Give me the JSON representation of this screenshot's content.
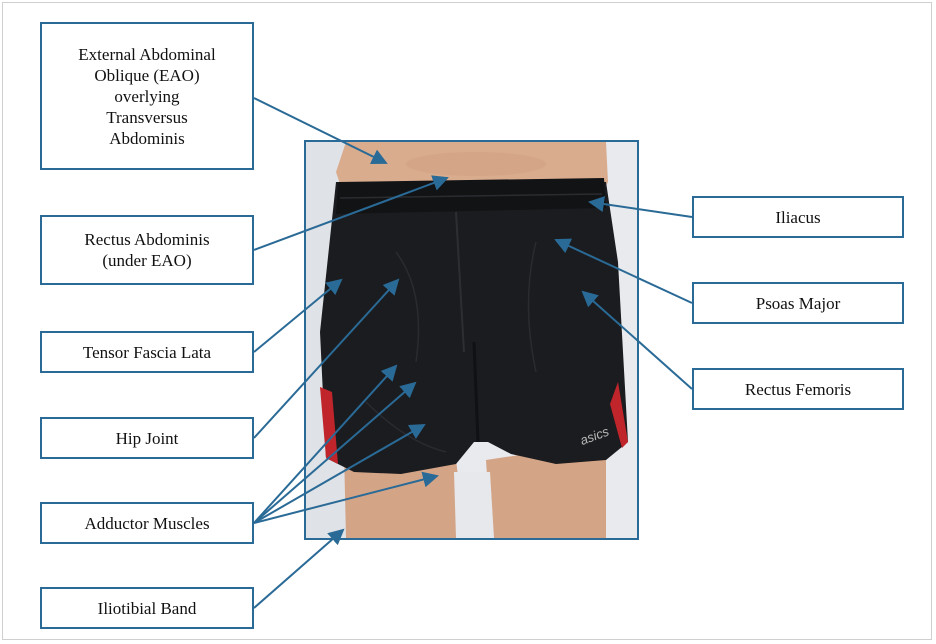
{
  "labels": {
    "eao": "External Abdominal\nOblique (EAO)\noverlying\nTransversus\nAbdominis",
    "rectus_abdominis": "Rectus Abdominis\n(under EAO)",
    "tensor_fascia_lata": "Tensor Fascia Lata",
    "hip_joint": "Hip Joint",
    "adductor_muscles": "Adductor Muscles",
    "iliotibial_band": "Iliotibial Band",
    "iliacus": "Iliacus",
    "psoas_major": "Psoas Major",
    "rectus_femoris": "Rectus Femoris"
  },
  "photo": {
    "shorts_brand_text": "asics"
  },
  "colors": {
    "border_and_arrows": "#2a6a96",
    "shorts": "#1a1b1e",
    "side_panel": "#c0252b",
    "skin": "#d7aa8c",
    "background": "#e9ecef"
  }
}
